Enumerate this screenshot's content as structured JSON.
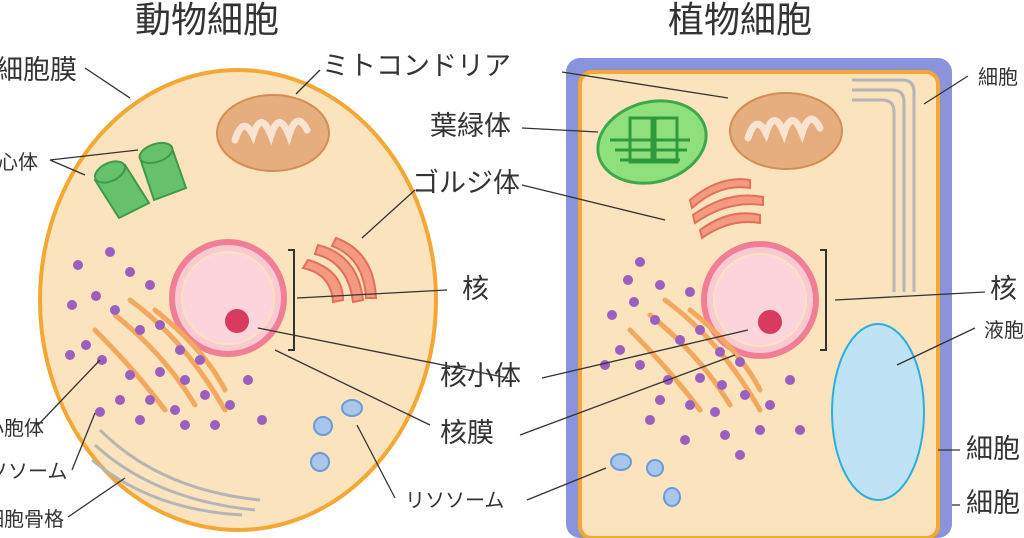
{
  "titles": {
    "animal": "動物細胞",
    "plant": "植物細胞"
  },
  "animal_labels": {
    "cell_membrane": "細胞膜",
    "centrosome": "中心体",
    "er": "小胞体",
    "lysosome_left": "リソソーム",
    "cytoskeleton": "細胞骨格"
  },
  "center_labels": {
    "mitochondria": "ミトコンドリア",
    "chloroplast": "葉緑体",
    "golgi": "ゴルジ体",
    "nucleus": "核",
    "nucleolus": "核小体",
    "nuclear_membrane": "核膜",
    "lysosome": "リソソーム"
  },
  "plant_labels": {
    "top_right": "細胞",
    "nucleus": "核",
    "vacuole": "液胞",
    "bottom_1": "細胞",
    "bottom_2": "細胞"
  },
  "colors": {
    "cytoplasm": "#fbe3bd",
    "membrane": "#f5a733",
    "wall": "#8b93dc",
    "nucleus": "#fbc9d2",
    "purple": "#9b5fc0",
    "green": "#66c26a",
    "mito": "#e6ae7e"
  }
}
